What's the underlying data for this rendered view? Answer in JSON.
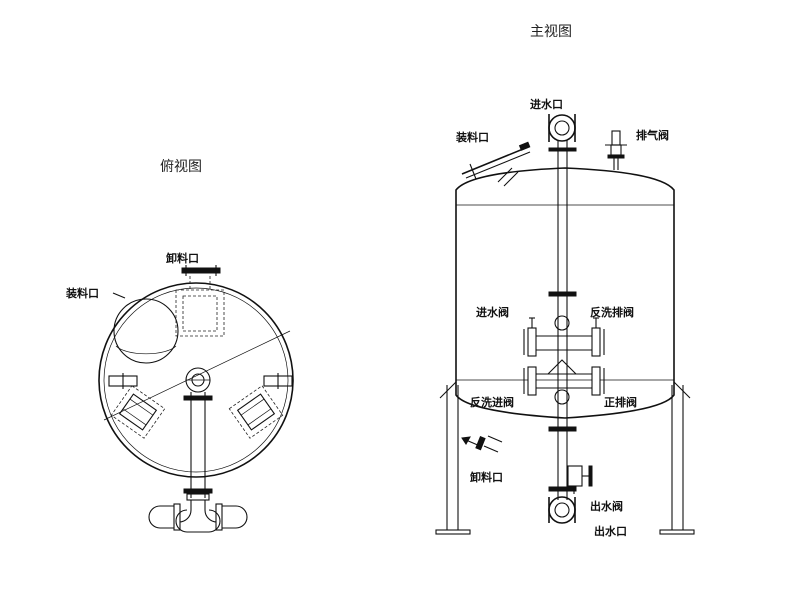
{
  "top_view": {
    "title": "俯视图",
    "labels": {
      "unload_port": "卸料口",
      "load_port": "装料口"
    }
  },
  "main_view": {
    "title": "主视图",
    "labels": {
      "water_inlet": "进水口",
      "load_port": "装料口",
      "vent_valve": "排气阀",
      "inlet_valve": "进水阀",
      "backwash_drain_valve": "反洗排阀",
      "backwash_inlet_valve": "反洗进阀",
      "forward_drain_valve": "正排阀",
      "unload_port": "卸料口",
      "outlet_valve": "出水阀",
      "water_outlet": "出水口"
    }
  }
}
